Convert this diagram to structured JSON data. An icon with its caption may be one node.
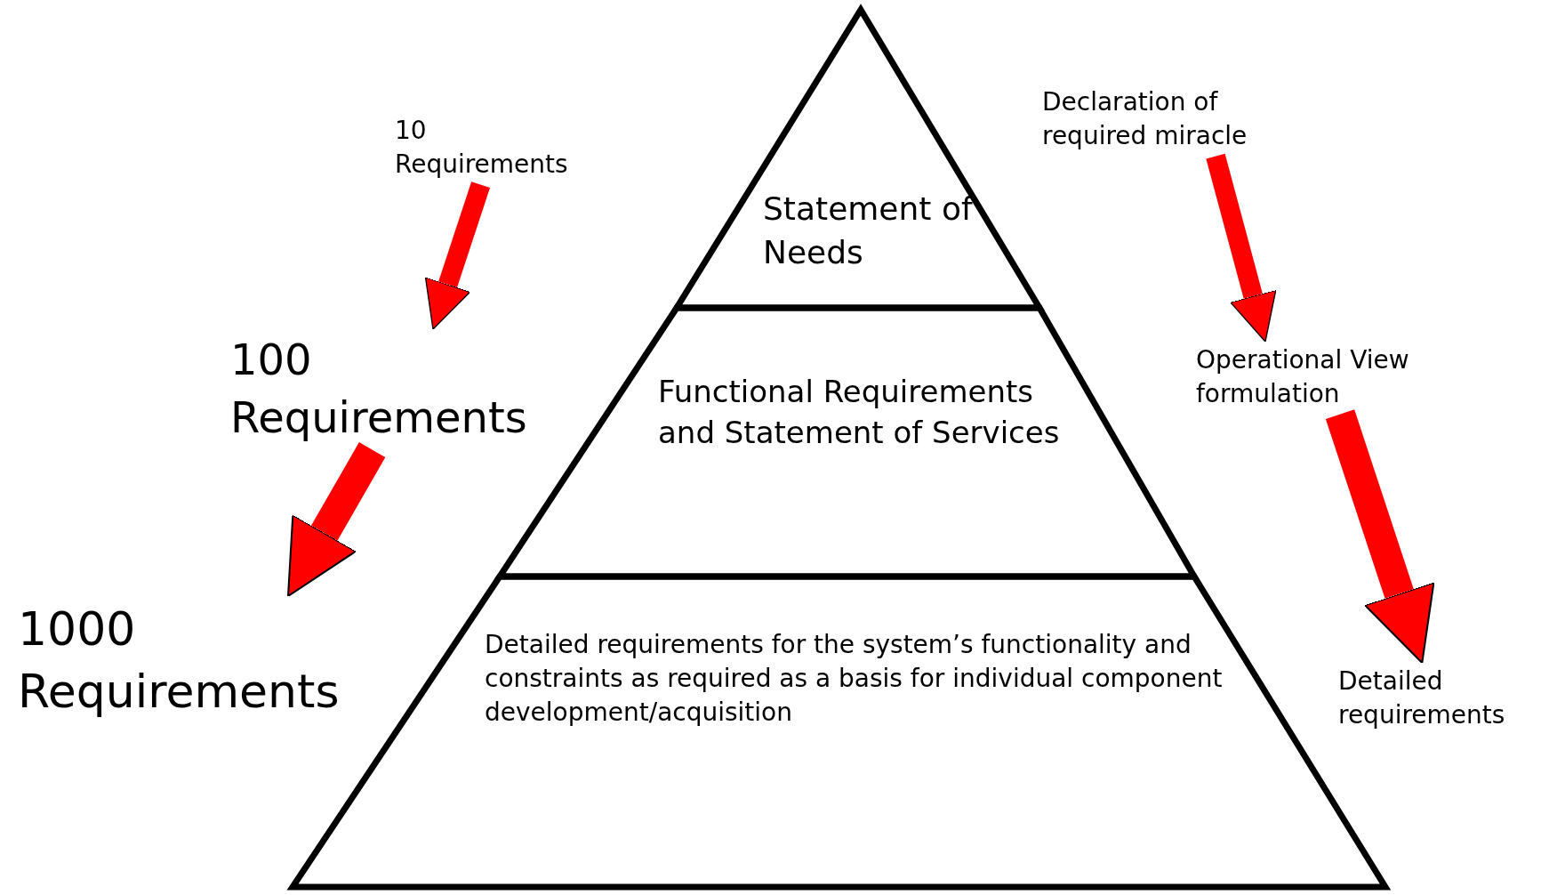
{
  "diagram": {
    "nodes": [
      {
        "text": [
          "10 Requirements"
        ]
      },
      {
        "text": [
          "100 Requirements"
        ]
      },
      {
        "text": [
          "1000 Requirements"
        ]
      },
      {
        "text": [
          "Statement of Needs"
        ]
      },
      {
        "text": [
          "Functional Requirements and Statement of Services"
        ]
      },
      {
        "text": [
          "Detailed requirements for the system’s functionality and constraints as required as a basis for individual component development/acquisition"
        ]
      },
      {
        "text": [
          "Declaration of required miracle"
        ]
      },
      {
        "text": [
          "Operational View formulation"
        ]
      },
      {
        "text": [
          "Detailed requirements"
        ]
      }
    ],
    "edges": [
      {
        "from": 0,
        "to": 1,
        "arrow": "to"
      },
      {
        "from": 1,
        "to": 2,
        "arrow": "to"
      },
      {
        "from": 6,
        "to": 7,
        "arrow": "to"
      },
      {
        "from": 7,
        "to": 8,
        "arrow": "to"
      }
    ]
  }
}
